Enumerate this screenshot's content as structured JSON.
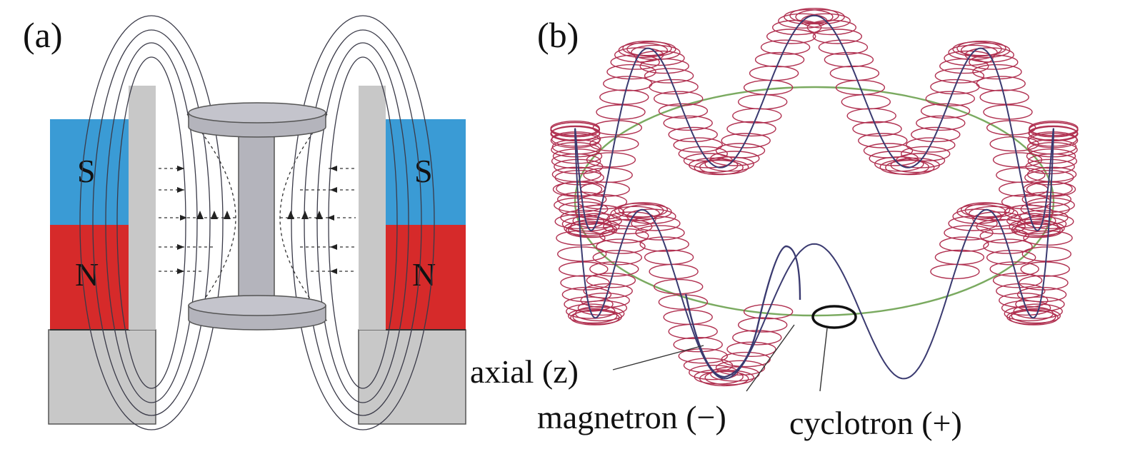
{
  "panels": {
    "a": {
      "label": "(a)"
    },
    "b": {
      "label": "(b)"
    }
  },
  "magnets": {
    "south_label": "S",
    "north_label": "N"
  },
  "motions": {
    "axial_label": "axial (z)",
    "magnetron_label": "magnetron (−)",
    "cyclotron_label": "cyclotron (+)"
  },
  "colors": {
    "south_pole": "#3a9bd5",
    "north_pole": "#d62a2a",
    "iron_yoke": "#c8c8c8",
    "electrode": "#b4b4bc",
    "field_line": "#3a3a48",
    "cyclotron_coil": "#b03050",
    "axial_path": "#3a3a70",
    "magnetron_orbit": "#7aaa60"
  }
}
